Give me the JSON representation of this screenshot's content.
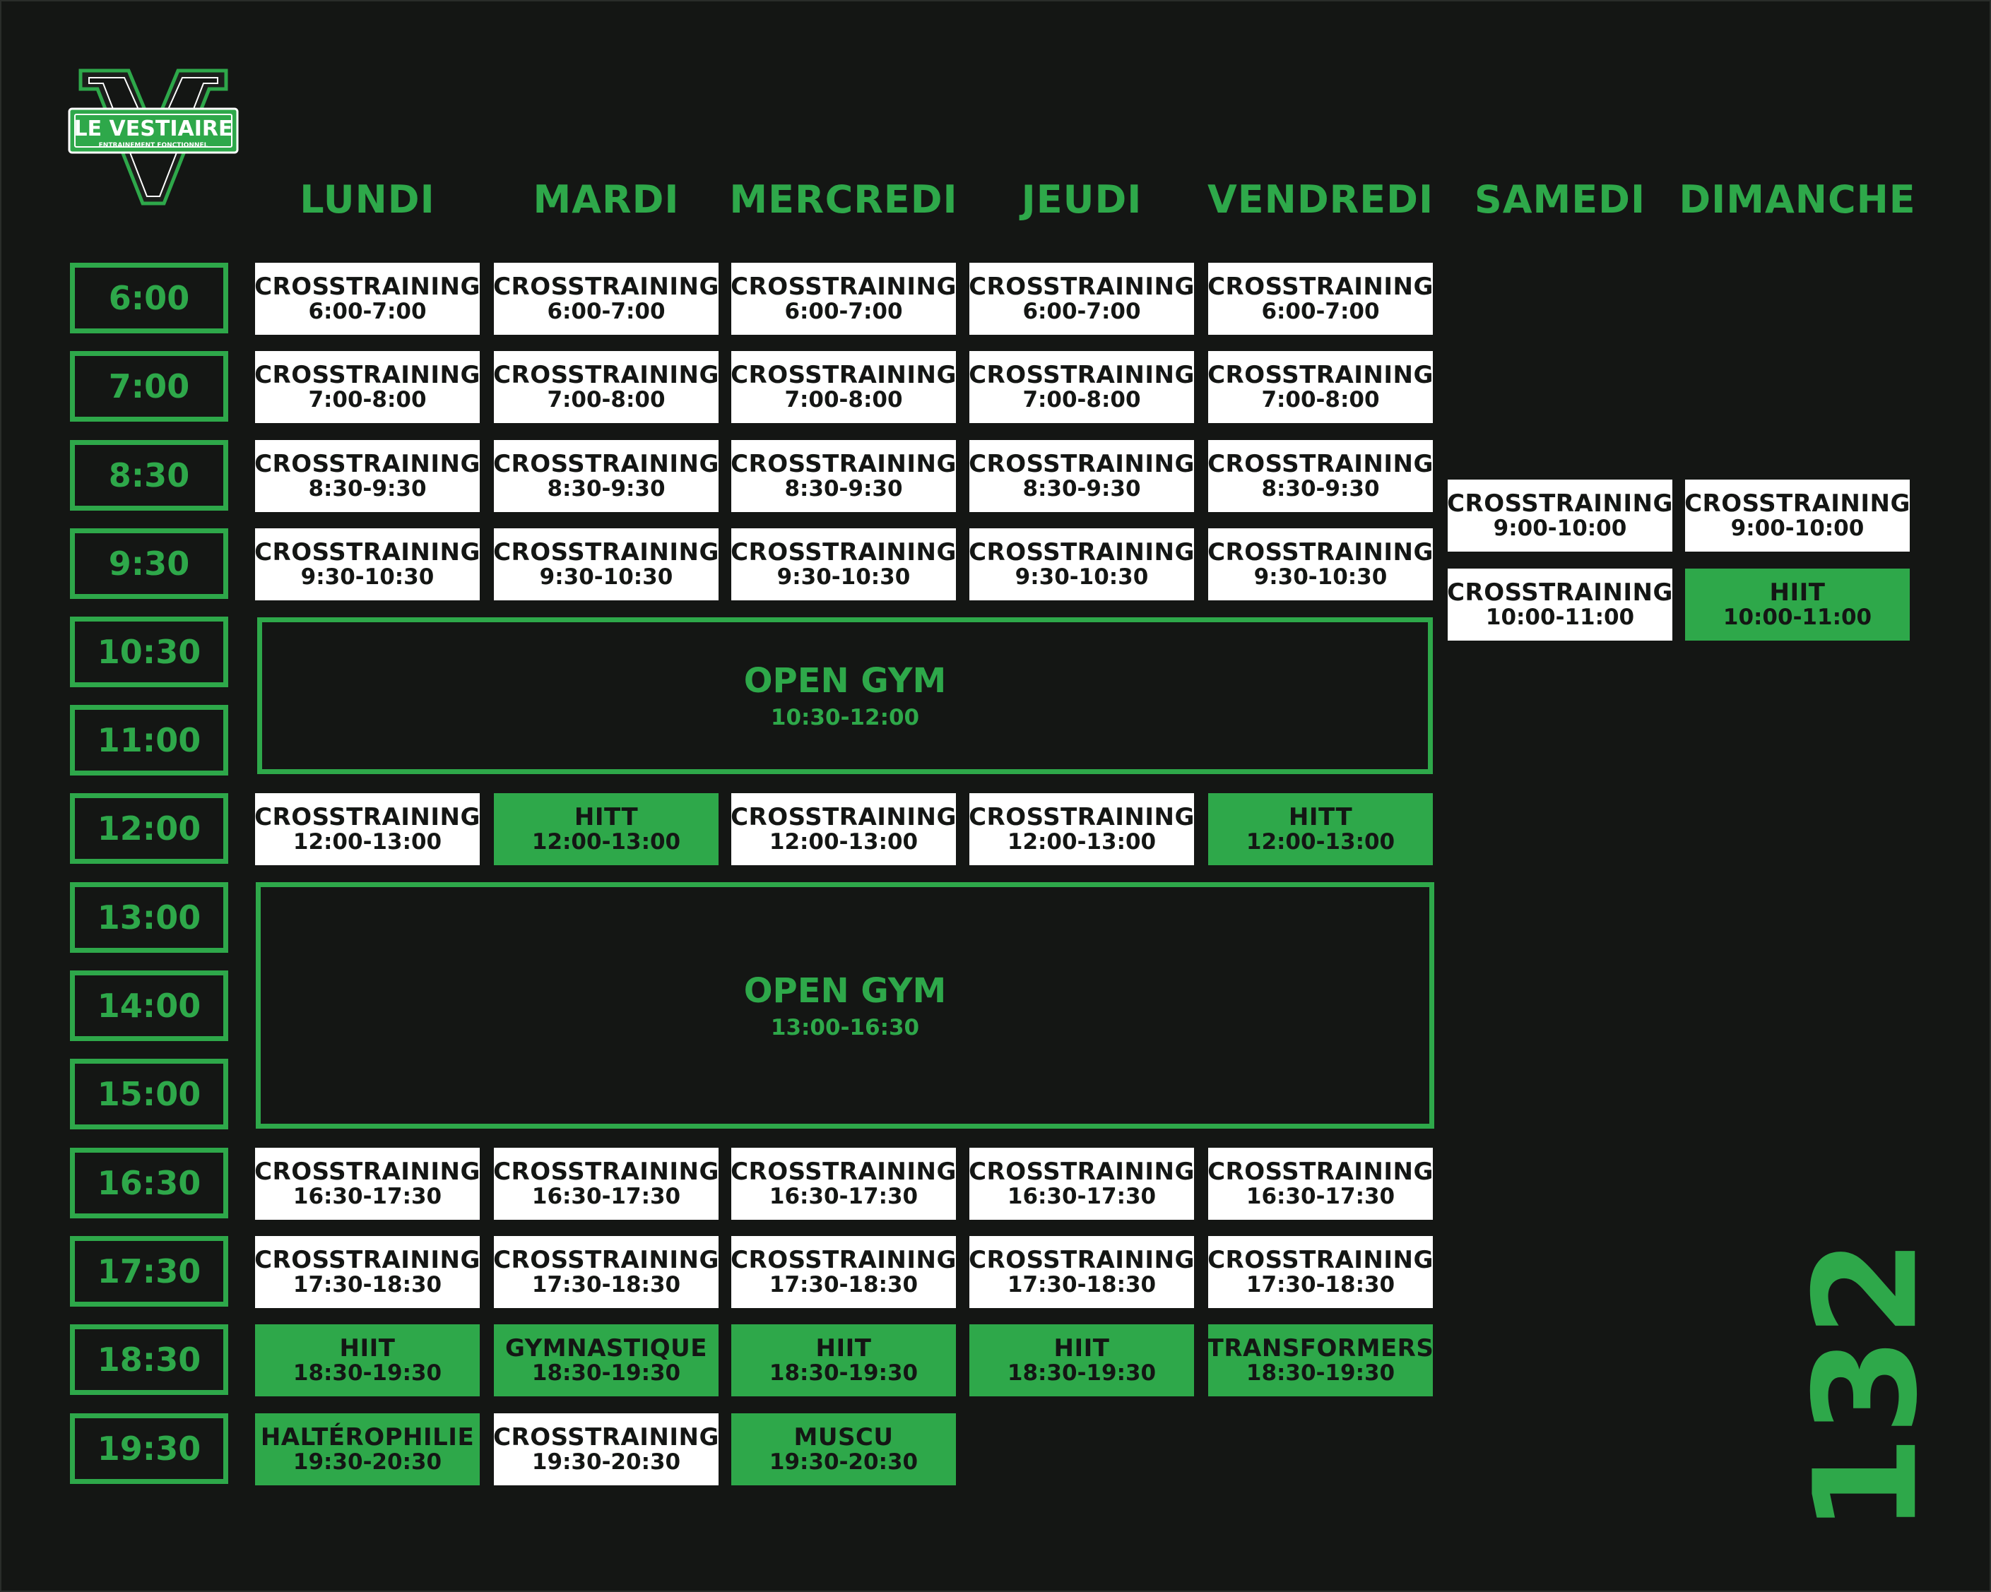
{
  "brand": {
    "monogram": "V",
    "name": "LE VESTIAIRE",
    "tagline": "ENTRAINEMENT FONCTIONNEL"
  },
  "colors": {
    "background": "#141614",
    "accent": "#2ea84a",
    "card": "#ffffff",
    "text_dark": "#141614"
  },
  "days": [
    "LUNDI",
    "MARDI",
    "MERCREDI",
    "JEUDI",
    "VENDREDI",
    "SAMEDI",
    "DIMANCHE"
  ],
  "time_slots": [
    "6:00",
    "7:00",
    "8:30",
    "9:30",
    "10:30",
    "11:00",
    "12:00",
    "13:00",
    "14:00",
    "15:00",
    "16:30",
    "17:30",
    "18:30",
    "19:30"
  ],
  "weekday_sessions": [
    {
      "day": 0,
      "row": 0,
      "name": "CROSSTRAINING",
      "hours": "6:00-7:00",
      "style": "white"
    },
    {
      "day": 1,
      "row": 0,
      "name": "CROSSTRAINING",
      "hours": "6:00-7:00",
      "style": "white"
    },
    {
      "day": 2,
      "row": 0,
      "name": "CROSSTRAINING",
      "hours": "6:00-7:00",
      "style": "white"
    },
    {
      "day": 3,
      "row": 0,
      "name": "CROSSTRAINING",
      "hours": "6:00-7:00",
      "style": "white"
    },
    {
      "day": 4,
      "row": 0,
      "name": "CROSSTRAINING",
      "hours": "6:00-7:00",
      "style": "white"
    },
    {
      "day": 0,
      "row": 1,
      "name": "CROSSTRAINING",
      "hours": "7:00-8:00",
      "style": "white"
    },
    {
      "day": 1,
      "row": 1,
      "name": "CROSSTRAINING",
      "hours": "7:00-8:00",
      "style": "white"
    },
    {
      "day": 2,
      "row": 1,
      "name": "CROSSTRAINING",
      "hours": "7:00-8:00",
      "style": "white"
    },
    {
      "day": 3,
      "row": 1,
      "name": "CROSSTRAINING",
      "hours": "7:00-8:00",
      "style": "white"
    },
    {
      "day": 4,
      "row": 1,
      "name": "CROSSTRAINING",
      "hours": "7:00-8:00",
      "style": "white"
    },
    {
      "day": 0,
      "row": 2,
      "name": "CROSSTRAINING",
      "hours": "8:30-9:30",
      "style": "white"
    },
    {
      "day": 1,
      "row": 2,
      "name": "CROSSTRAINING",
      "hours": "8:30-9:30",
      "style": "white"
    },
    {
      "day": 2,
      "row": 2,
      "name": "CROSSTRAINING",
      "hours": "8:30-9:30",
      "style": "white"
    },
    {
      "day": 3,
      "row": 2,
      "name": "CROSSTRAINING",
      "hours": "8:30-9:30",
      "style": "white"
    },
    {
      "day": 4,
      "row": 2,
      "name": "CROSSTRAINING",
      "hours": "8:30-9:30",
      "style": "white"
    },
    {
      "day": 0,
      "row": 3,
      "name": "CROSSTRAINING",
      "hours": "9:30-10:30",
      "style": "white"
    },
    {
      "day": 1,
      "row": 3,
      "name": "CROSSTRAINING",
      "hours": "9:30-10:30",
      "style": "white"
    },
    {
      "day": 2,
      "row": 3,
      "name": "CROSSTRAINING",
      "hours": "9:30-10:30",
      "style": "white"
    },
    {
      "day": 3,
      "row": 3,
      "name": "CROSSTRAINING",
      "hours": "9:30-10:30",
      "style": "white"
    },
    {
      "day": 4,
      "row": 3,
      "name": "CROSSTRAINING",
      "hours": "9:30-10:30",
      "style": "white"
    },
    {
      "day": 0,
      "row": 6,
      "name": "CROSSTRAINING",
      "hours": "12:00-13:00",
      "style": "white"
    },
    {
      "day": 1,
      "row": 6,
      "name": "HITT",
      "hours": "12:00-13:00",
      "style": "green"
    },
    {
      "day": 2,
      "row": 6,
      "name": "CROSSTRAINING",
      "hours": "12:00-13:00",
      "style": "white"
    },
    {
      "day": 3,
      "row": 6,
      "name": "CROSSTRAINING",
      "hours": "12:00-13:00",
      "style": "white"
    },
    {
      "day": 4,
      "row": 6,
      "name": "HITT",
      "hours": "12:00-13:00",
      "style": "green"
    },
    {
      "day": 0,
      "row": 10,
      "name": "CROSSTRAINING",
      "hours": "16:30-17:30",
      "style": "white"
    },
    {
      "day": 1,
      "row": 10,
      "name": "CROSSTRAINING",
      "hours": "16:30-17:30",
      "style": "white"
    },
    {
      "day": 2,
      "row": 10,
      "name": "CROSSTRAINING",
      "hours": "16:30-17:30",
      "style": "white"
    },
    {
      "day": 3,
      "row": 10,
      "name": "CROSSTRAINING",
      "hours": "16:30-17:30",
      "style": "white"
    },
    {
      "day": 4,
      "row": 10,
      "name": "CROSSTRAINING",
      "hours": "16:30-17:30",
      "style": "white"
    },
    {
      "day": 0,
      "row": 11,
      "name": "CROSSTRAINING",
      "hours": "17:30-18:30",
      "style": "white"
    },
    {
      "day": 1,
      "row": 11,
      "name": "CROSSTRAINING",
      "hours": "17:30-18:30",
      "style": "white"
    },
    {
      "day": 2,
      "row": 11,
      "name": "CROSSTRAINING",
      "hours": "17:30-18:30",
      "style": "white"
    },
    {
      "day": 3,
      "row": 11,
      "name": "CROSSTRAINING",
      "hours": "17:30-18:30",
      "style": "white"
    },
    {
      "day": 4,
      "row": 11,
      "name": "CROSSTRAINING",
      "hours": "17:30-18:30",
      "style": "white"
    },
    {
      "day": 0,
      "row": 12,
      "name": "HIIT",
      "hours": "18:30-19:30",
      "style": "green"
    },
    {
      "day": 1,
      "row": 12,
      "name": "GYMNASTIQUE",
      "hours": "18:30-19:30",
      "style": "green"
    },
    {
      "day": 2,
      "row": 12,
      "name": "HIIT",
      "hours": "18:30-19:30",
      "style": "green"
    },
    {
      "day": 3,
      "row": 12,
      "name": "HIIT",
      "hours": "18:30-19:30",
      "style": "green"
    },
    {
      "day": 4,
      "row": 12,
      "name": "TRANSFORMERS",
      "hours": "18:30-19:30",
      "style": "green"
    },
    {
      "day": 0,
      "row": 13,
      "name": "HALTÉROPHILIE",
      "hours": "19:30-20:30",
      "style": "green"
    },
    {
      "day": 1,
      "row": 13,
      "name": "CROSSTRAINING",
      "hours": "19:30-20:30",
      "style": "white"
    },
    {
      "day": 2,
      "row": 13,
      "name": "MUSCU",
      "hours": "19:30-20:30",
      "style": "green"
    }
  ],
  "weekend_sessions": [
    {
      "day": 5,
      "slot": 0,
      "name": "CROSSTRAINING",
      "hours": "9:00-10:00",
      "style": "white"
    },
    {
      "day": 6,
      "slot": 0,
      "name": "CROSSTRAINING",
      "hours": "9:00-10:00",
      "style": "white"
    },
    {
      "day": 5,
      "slot": 1,
      "name": "CROSSTRAINING",
      "hours": "10:00-11:00",
      "style": "white"
    },
    {
      "day": 6,
      "slot": 1,
      "name": "HIIT",
      "hours": "10:00-11:00",
      "style": "green"
    }
  ],
  "open_gym": [
    {
      "name": "OPEN GYM",
      "hours": "10:30-12:00"
    },
    {
      "name": "OPEN GYM",
      "hours": "13:00-16:30"
    }
  ],
  "page_number": "132"
}
